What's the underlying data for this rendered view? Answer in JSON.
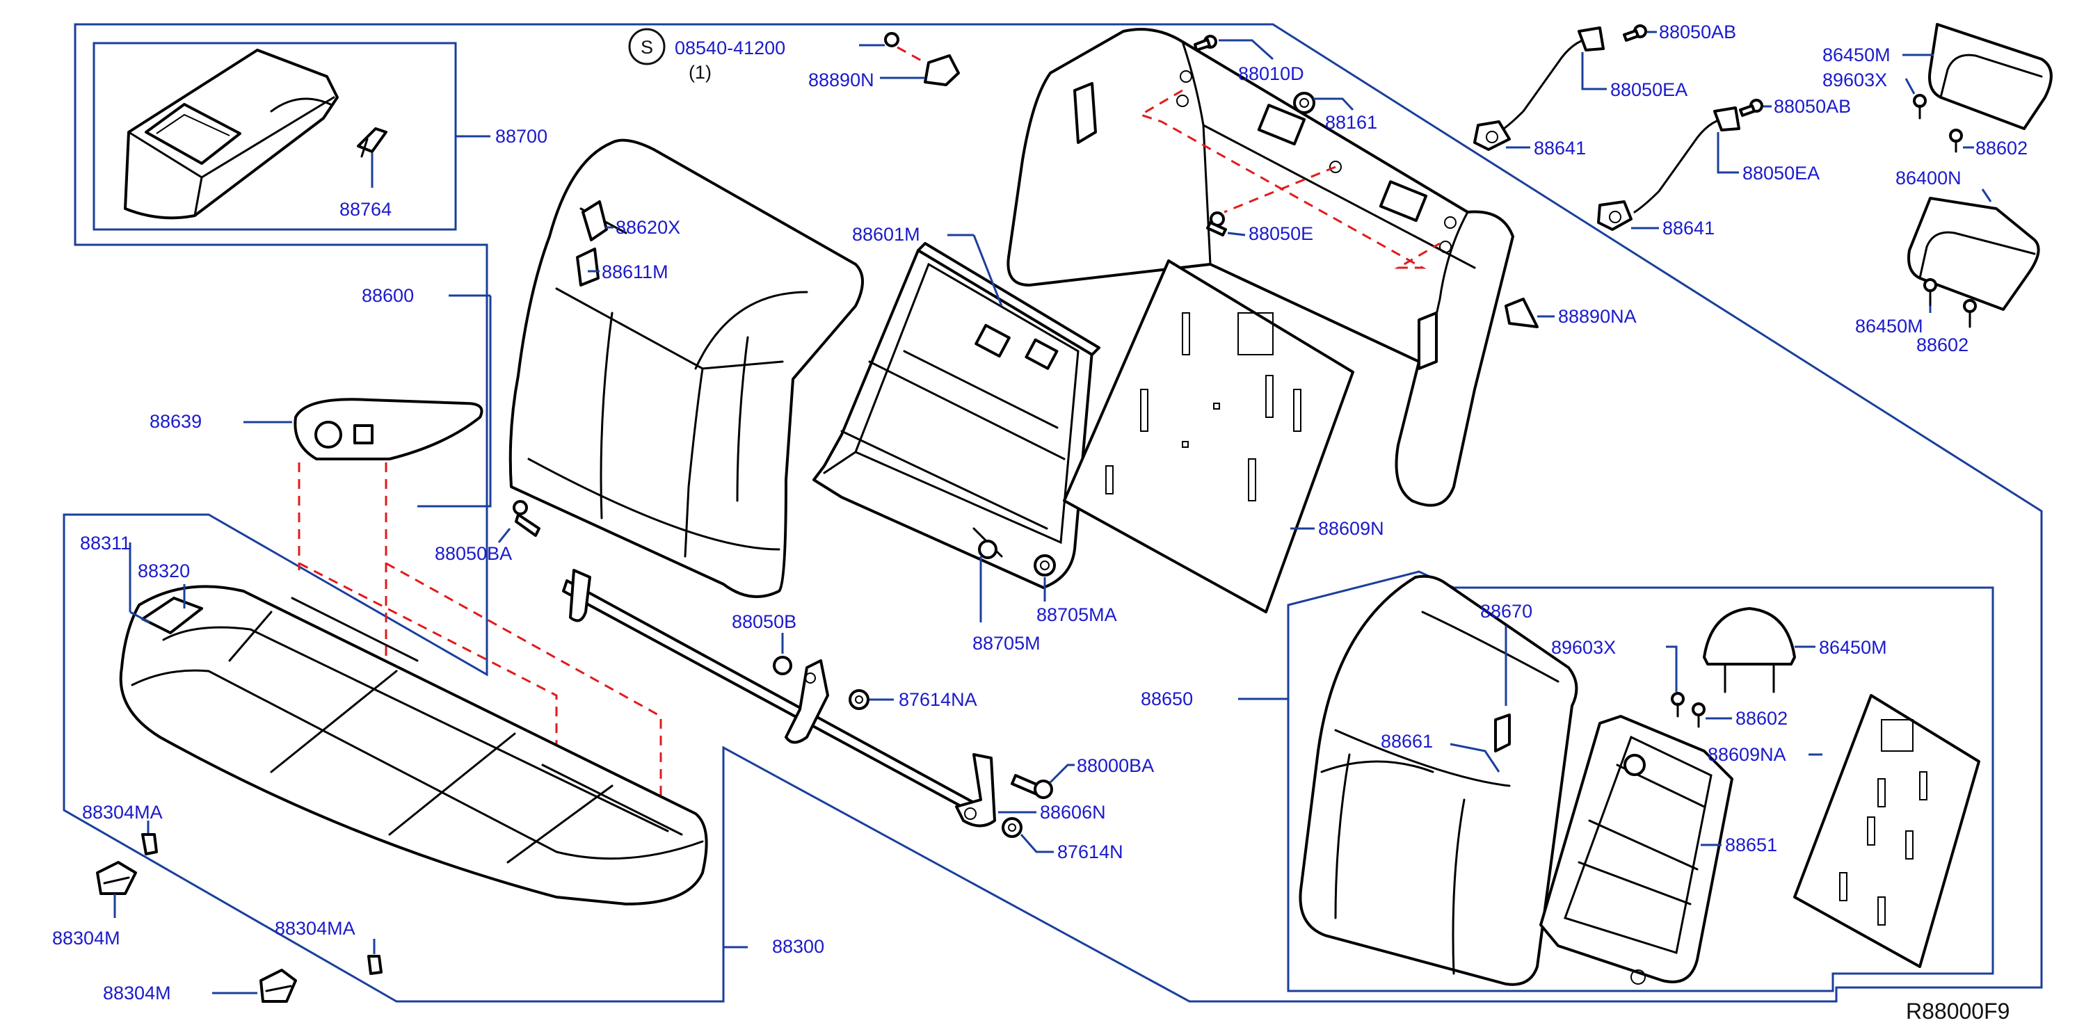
{
  "diagram_code": "R88000F9",
  "symbol_s": "S",
  "screw_note": {
    "part": "08540-41200",
    "qty": "(1)"
  },
  "labels": {
    "p88700": "88700",
    "p88764": "88764",
    "p88600": "88600",
    "p88639": "88639",
    "p88311": "88311",
    "p88320": "88320",
    "p88050BA": "88050BA",
    "p88304MA_a": "88304MA",
    "p88304M_a": "88304M",
    "p88304MA_b": "88304MA",
    "p88304M_b": "88304M",
    "p88300": "88300",
    "p88620X": "88620X",
    "p88611M": "88611M",
    "p88601M": "88601M",
    "p88890N": "88890N",
    "p88010D": "88010D",
    "p88161": "88161",
    "p88050E": "88050E",
    "p88890NA": "88890NA",
    "p88609N": "88609N",
    "p88050B": "88050B",
    "p88705MA": "88705MA",
    "p88705M": "88705M",
    "p87614NA": "87614NA",
    "p88000BA": "88000BA",
    "p88606N": "88606N",
    "p87614N": "87614N",
    "p88050AB_a": "88050AB",
    "p88050EA_a": "88050EA",
    "p88641_a": "88641",
    "p88050AB_b": "88050AB",
    "p88050EA_b": "88050EA",
    "p88641_b": "88641",
    "p86450M_a": "86450M",
    "p89603X_a": "89603X",
    "p88602_a": "88602",
    "p86400N": "86400N",
    "p86450M_b": "86450M",
    "p88602_b": "88602",
    "p88650": "88650",
    "p88670": "88670",
    "p88661": "88661",
    "p89603X_b": "89603X",
    "p86450M_c": "86450M",
    "p88602_c": "88602",
    "p88609NA": "88609NA",
    "p88651": "88651"
  },
  "colors": {
    "label": "#1a1acc",
    "frame": "#1a3f9c",
    "hidden_line": "#e11b1b",
    "part": "#000000"
  }
}
